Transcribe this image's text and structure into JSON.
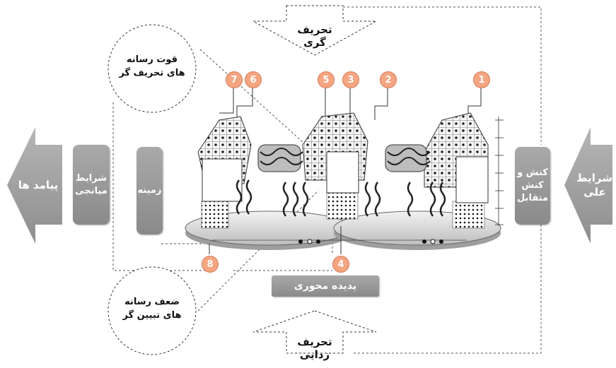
{
  "top_arrow_label": "تحریف گری",
  "bottom_arrow_label": "تحریف زدایی",
  "left_arrow_label": "پیامد ها",
  "right_arrow_label": "شرایط علی",
  "box_intermediate": "شرایط میانجی",
  "box_context": "زمینه",
  "box_interaction": "کنش و کنش متقابل",
  "box_core": "پدیده محوری",
  "circle_top": "قوت رسانه های تحریف گر",
  "circle_bottom": "ضعف رسانه های تبیین گر",
  "markers": [
    "1",
    "2",
    "3",
    "4",
    "5",
    "6",
    "7",
    "8"
  ],
  "colors": {
    "box": "#9a9a9a",
    "marker": "#f4a582",
    "arrow": "#9a9a9a"
  }
}
